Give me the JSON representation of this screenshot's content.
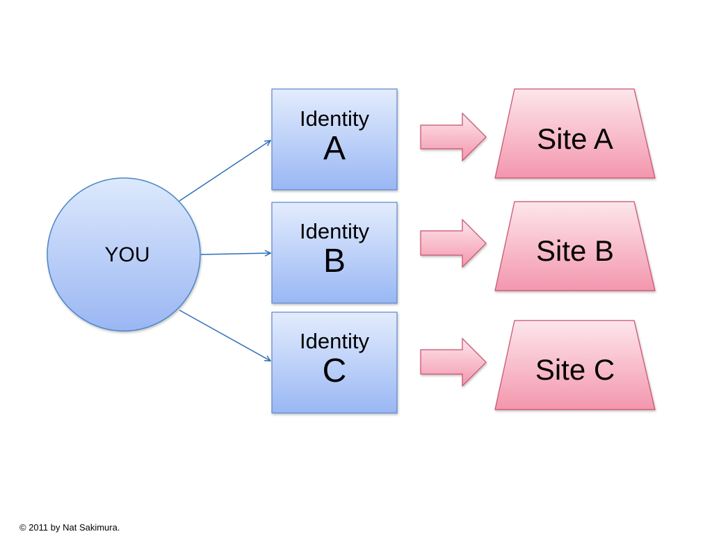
{
  "you": {
    "label": "YOU"
  },
  "identities": [
    {
      "word": "Identity",
      "letter": "A"
    },
    {
      "word": "Identity",
      "letter": "B"
    },
    {
      "word": "Identity",
      "letter": "C"
    }
  ],
  "sites": [
    {
      "label": "Site A"
    },
    {
      "label": "Site B"
    },
    {
      "label": "Site C"
    }
  ],
  "footer": {
    "text": "© 2011 by Nat Sakimura."
  },
  "colors": {
    "circle_top": "#d8e6fb",
    "circle_bottom": "#9fbaf4",
    "box_top": "#dfe9fc",
    "box_bottom": "#9cb9f3",
    "box_border": "#5b86c9",
    "connector": "#2b6fb6",
    "site_top": "#fbe0e6",
    "site_bottom": "#f49ab0",
    "site_border": "#c84f6e"
  }
}
